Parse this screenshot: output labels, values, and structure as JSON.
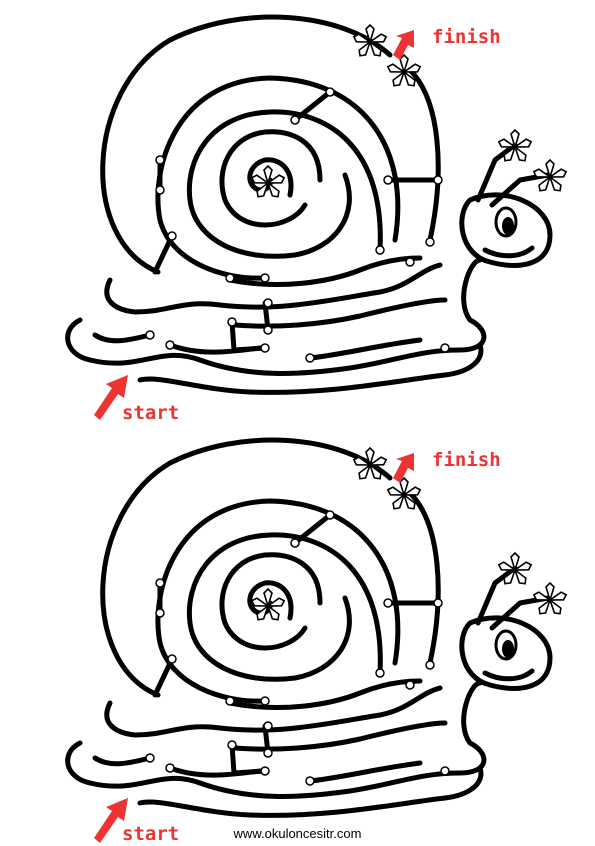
{
  "colors": {
    "ink": "#000000",
    "accent": "#ee3333",
    "background": "#ffffff"
  },
  "mazes": [
    {
      "start_label": "start",
      "finish_label": "finish"
    },
    {
      "start_label": "start",
      "finish_label": "finish"
    }
  ],
  "footer": {
    "website": "www.okuloncesitr.com"
  },
  "icons": [
    "start-arrow-icon",
    "finish-arrow-icon",
    "flower-icon"
  ]
}
